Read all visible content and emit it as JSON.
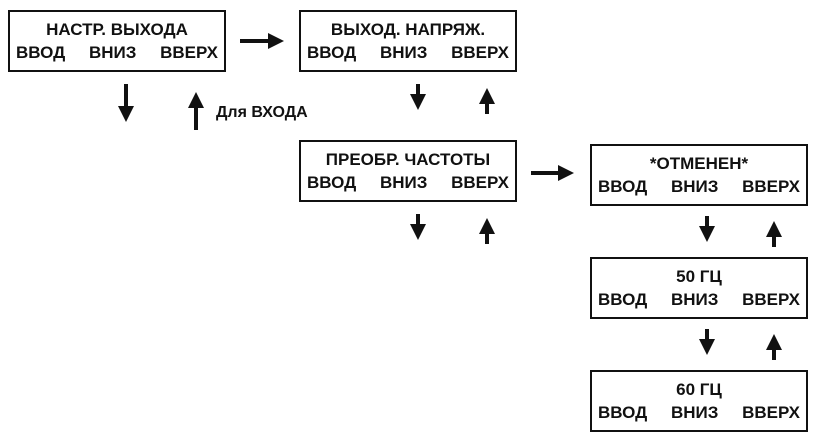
{
  "boxes": [
    {
      "id": "output-settings",
      "title": "НАСТР. ВЫХОДА",
      "enter": "ВВОД",
      "down": "ВНИЗ",
      "up": "ВВЕРХ"
    },
    {
      "id": "output-voltage",
      "title": "ВЫХОД. НАПРЯЖ.",
      "enter": "ВВОД",
      "down": "ВНИЗ",
      "up": "ВВЕРХ"
    },
    {
      "id": "frequency-converter",
      "title": "ПРЕОБР. ЧАСТОТЫ",
      "enter": "ВВОД",
      "down": "ВНИЗ",
      "up": "ВВЕРХ"
    },
    {
      "id": "cancelled",
      "title": "*ОТМЕНЕН*",
      "enter": "ВВОД",
      "down": "ВНИЗ",
      "up": "ВВЕРХ"
    },
    {
      "id": "freq-50",
      "title": "50 ГЦ",
      "enter": "ВВОД",
      "down": "ВНИЗ",
      "up": "ВВЕРХ"
    },
    {
      "id": "freq-60",
      "title": "60 ГЦ",
      "enter": "ВВОД",
      "down": "ВНИЗ",
      "up": "ВВЕРХ"
    }
  ],
  "labels": {
    "for_input": "Для ВХОДА"
  },
  "colors": {
    "stroke": "#111111",
    "background": "#ffffff"
  }
}
